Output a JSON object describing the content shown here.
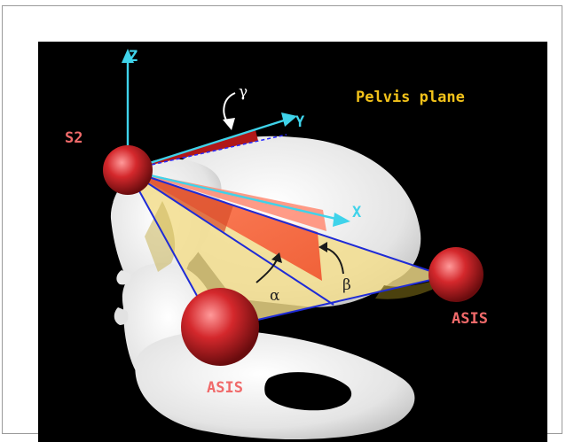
{
  "diagram": {
    "title": "Pelvis plane",
    "axes": {
      "z": "Z",
      "y": "Y",
      "x": "X"
    },
    "angles": {
      "gamma": "γ",
      "alpha": "α",
      "beta": "β"
    },
    "landmarks": {
      "s2": "S2",
      "asis_right": "ASIS",
      "asis_left": "ASIS"
    }
  },
  "colors": {
    "background": "#000000",
    "axis": "#3fd3ea",
    "title": "#f2c21a",
    "landmark_sphere": "#d4282c",
    "landmark_label": "#f06a6a",
    "plane_lines": "#1f2bd6",
    "plane_fill": "#f3dd8a",
    "angle_wedge": "#f26a3c",
    "bone": "#eeeeee"
  }
}
